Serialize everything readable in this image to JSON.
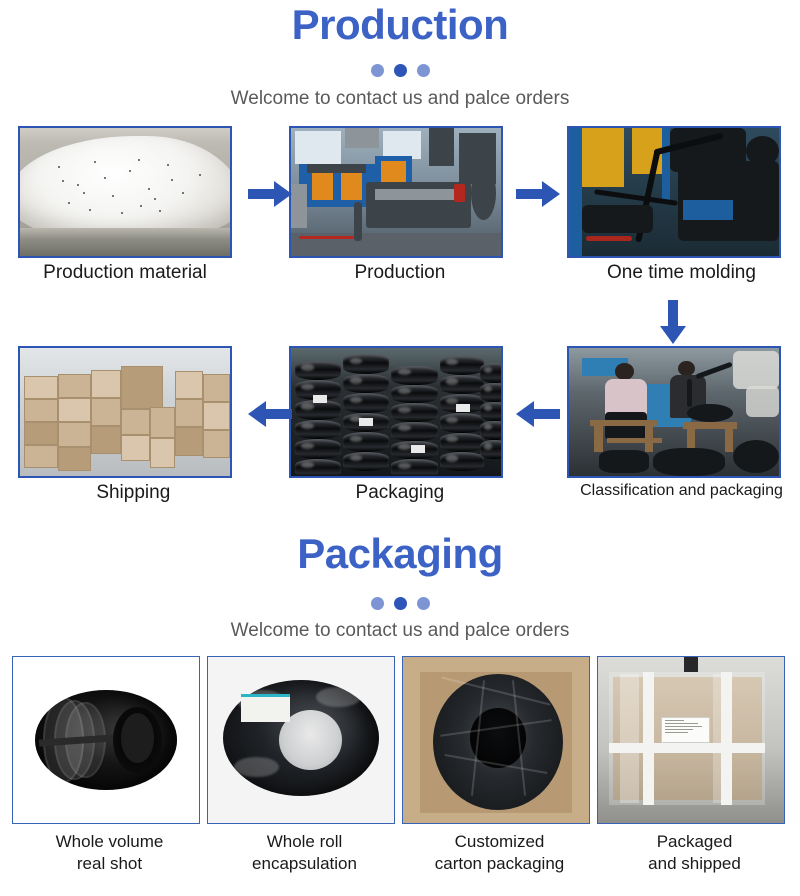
{
  "theme": {
    "title_color": "#3c62c6",
    "dot_light": "#7e95d4",
    "dot_dark": "#2e55b8",
    "arrow_color": "#2d55b4",
    "thumb_border": "#2d55b4",
    "caption_color": "#1a1a1a",
    "subtitle_color": "#5a5a5a"
  },
  "production_section": {
    "title": "Production",
    "subtitle": "Welcome to contact us and palce orders",
    "dots": [
      "light",
      "dark",
      "light"
    ],
    "steps_row1": [
      {
        "label": "Production material",
        "image_name": "white-plastic-pellets-photo"
      },
      {
        "label": "Production",
        "image_name": "extrusion-machine-photo"
      },
      {
        "label": "One time molding",
        "image_name": "molding-machine-photo"
      }
    ],
    "steps_row2": [
      {
        "label": "Shipping",
        "image_name": "stacked-cartons-warehouse-photo"
      },
      {
        "label": "Packaging",
        "image_name": "black-hose-coil-stacks-photo"
      },
      {
        "label": "Classification and packaging",
        "image_name": "workers-sorting-coils-photo"
      }
    ],
    "arrows": [
      {
        "name": "arrow-right-material-to-production",
        "direction": "right"
      },
      {
        "name": "arrow-right-production-to-molding",
        "direction": "right"
      },
      {
        "name": "arrow-down-molding-to-classification",
        "direction": "down"
      },
      {
        "name": "arrow-left-classification-to-packaging",
        "direction": "left"
      },
      {
        "name": "arrow-left-packaging-to-shipping",
        "direction": "left"
      }
    ]
  },
  "packaging_section": {
    "title": "Packaging",
    "subtitle": "Welcome to contact us and palce orders",
    "dots": [
      "light",
      "dark",
      "light"
    ],
    "items": [
      {
        "line1": "Whole volume",
        "line2": "real shot",
        "image_name": "black-hose-coil-photo"
      },
      {
        "line1": "Whole roll",
        "line2": "encapsulation",
        "image_name": "shrink-wrapped-coil-photo"
      },
      {
        "line1": "Customized",
        "line2": "carton packaging",
        "image_name": "coil-in-carton-photo"
      },
      {
        "line1": "Packaged",
        "line2": "and shipped",
        "image_name": "wrapped-pallet-photo"
      }
    ]
  }
}
